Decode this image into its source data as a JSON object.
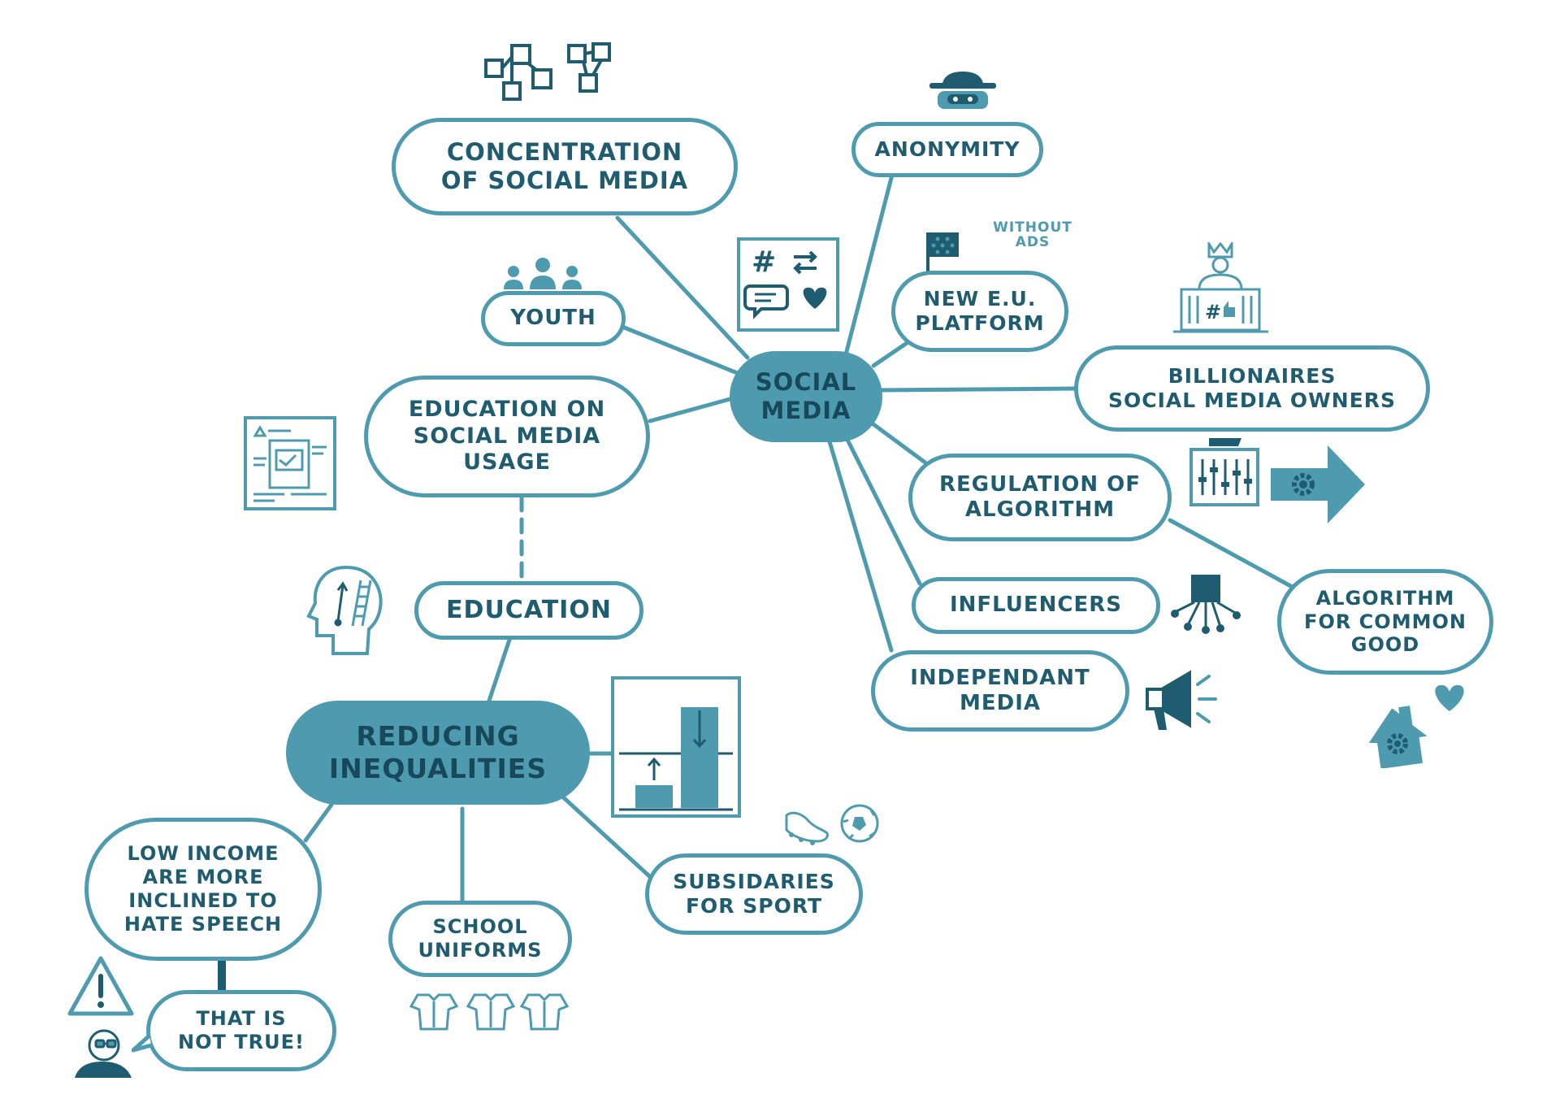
{
  "colors": {
    "accent": "#4E9BB0",
    "ink": "#1F5C70",
    "dark": "#17495A",
    "background": "#FFFFFF"
  },
  "nodes": {
    "social_media": [
      "SOCIAL",
      "MEDIA"
    ],
    "concentration": [
      "CONCENTRATION",
      "OF SOCIAL MEDIA"
    ],
    "anonymity": [
      "ANONYMITY"
    ],
    "youth": [
      "YOUTH"
    ],
    "eu_platform": [
      "NEW E.U.",
      "PLATFORM"
    ],
    "eu_platform_note": [
      "WITHOUT",
      "ADS"
    ],
    "billionaires": [
      "BILLIONAIRES",
      "SOCIAL MEDIA OWNERS"
    ],
    "education_usage": [
      "EDUCATION ON",
      "SOCIAL MEDIA",
      "USAGE"
    ],
    "regulation": [
      "REGULATION OF",
      "ALGORITHM"
    ],
    "influencers": [
      "INFLUENCERS"
    ],
    "algorithm_good": [
      "ALGORITHM",
      "FOR COMMON",
      "GOOD"
    ],
    "independent_media": [
      "INDEPENDANT",
      "MEDIA"
    ],
    "education": [
      "EDUCATION"
    ],
    "reducing": [
      "REDUCING",
      "INEQUALITIES"
    ],
    "low_income": [
      "LOW INCOME",
      "ARE MORE",
      "INCLINED TO",
      "HATE SPEECH"
    ],
    "school_uniforms": [
      "SCHOOL",
      "UNIFORMS"
    ],
    "subsidaries": [
      "SUBSIDARIES",
      "FOR SPORT"
    ],
    "not_true": [
      "THAT IS",
      "NOT TRUE!"
    ]
  },
  "icons": [
    "network-squares-icon",
    "masked-hat-icon",
    "social-hashtag-card-icon",
    "eu-flag-icon",
    "people-group-icon",
    "crowned-building-icon",
    "document-page-icon",
    "control-panel-icon",
    "gear-arrow-icon",
    "head-ladder-icon",
    "hub-network-icon",
    "megaphone-icon",
    "bar-chart-icon",
    "gear-house-heart-icon",
    "football-boot-ball-icon",
    "warning-triangle-icon",
    "person-glasses-icon",
    "shirts-icon"
  ]
}
